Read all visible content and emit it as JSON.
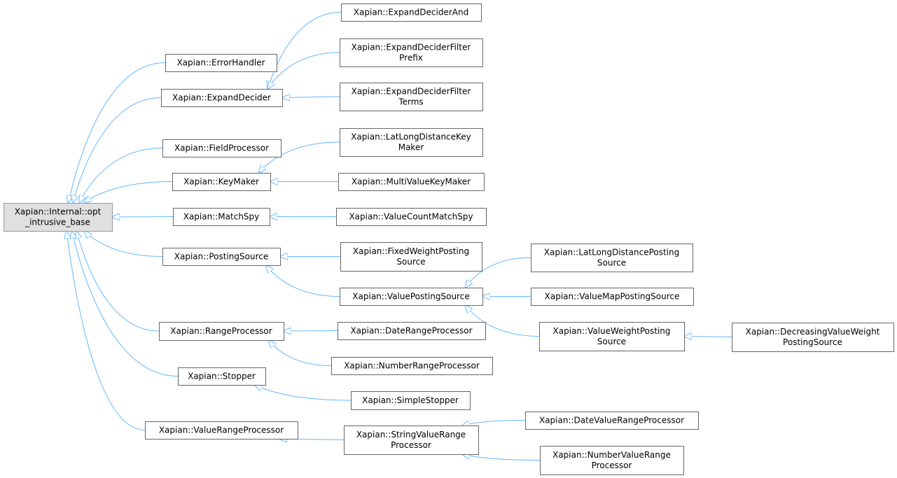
{
  "root": {
    "id": "opt_intrusive_base",
    "lines": [
      "Xapian::Internal::opt",
      "_intrusive_base"
    ]
  },
  "nodes": {
    "ErrorHandler": [
      "Xapian::ErrorHandler"
    ],
    "ExpandDecider": [
      "Xapian::ExpandDecider"
    ],
    "FieldProcessor": [
      "Xapian::FieldProcessor"
    ],
    "KeyMaker": [
      "Xapian::KeyMaker"
    ],
    "MatchSpy": [
      "Xapian::MatchSpy"
    ],
    "PostingSource": [
      "Xapian::PostingSource"
    ],
    "RangeProcessor": [
      "Xapian::RangeProcessor"
    ],
    "Stopper": [
      "Xapian::Stopper"
    ],
    "ValueRangeProcessor": [
      "Xapian::ValueRangeProcessor"
    ],
    "ExpandDeciderAnd": [
      "Xapian::ExpandDeciderAnd"
    ],
    "ExpandDeciderFilterPrefix": [
      "Xapian::ExpandDeciderFilter",
      "Prefix"
    ],
    "ExpandDeciderFilterTerms": [
      "Xapian::ExpandDeciderFilter",
      "Terms"
    ],
    "LatLongDistanceKeyMaker": [
      "Xapian::LatLongDistanceKey",
      "Maker"
    ],
    "MultiValueKeyMaker": [
      "Xapian::MultiValueKeyMaker"
    ],
    "ValueCountMatchSpy": [
      "Xapian::ValueCountMatchSpy"
    ],
    "FixedWeightPostingSource": [
      "Xapian::FixedWeightPosting",
      "Source"
    ],
    "ValuePostingSource": [
      "Xapian::ValuePostingSource"
    ],
    "DateRangeProcessor": [
      "Xapian::DateRangeProcessor"
    ],
    "NumberRangeProcessor": [
      "Xapian::NumberRangeProcessor"
    ],
    "SimpleStopper": [
      "Xapian::SimpleStopper"
    ],
    "StringValueRangeProcessor": [
      "Xapian::StringValueRange",
      "Processor"
    ],
    "LatLongDistancePostingSource": [
      "Xapian::LatLongDistancePosting",
      "Source"
    ],
    "ValueMapPostingSource": [
      "Xapian::ValueMapPostingSource"
    ],
    "ValueWeightPostingSource": [
      "Xapian::ValueWeightPosting",
      "Source"
    ],
    "DateValueRangeProcessor": [
      "Xapian::DateValueRangeProcessor"
    ],
    "NumberValueRangeProcessor": [
      "Xapian::NumberValueRange",
      "Processor"
    ],
    "DecreasingValueWeightPostingSource": [
      "Xapian::DecreasingValueWeight",
      "PostingSource"
    ]
  },
  "edges": [
    [
      "ErrorHandler",
      "opt_intrusive_base"
    ],
    [
      "ExpandDecider",
      "opt_intrusive_base"
    ],
    [
      "FieldProcessor",
      "opt_intrusive_base"
    ],
    [
      "KeyMaker",
      "opt_intrusive_base"
    ],
    [
      "MatchSpy",
      "opt_intrusive_base"
    ],
    [
      "PostingSource",
      "opt_intrusive_base"
    ],
    [
      "RangeProcessor",
      "opt_intrusive_base"
    ],
    [
      "Stopper",
      "opt_intrusive_base"
    ],
    [
      "ValueRangeProcessor",
      "opt_intrusive_base"
    ],
    [
      "ExpandDeciderAnd",
      "ExpandDecider"
    ],
    [
      "ExpandDeciderFilterPrefix",
      "ExpandDecider"
    ],
    [
      "ExpandDeciderFilterTerms",
      "ExpandDecider"
    ],
    [
      "LatLongDistanceKeyMaker",
      "KeyMaker"
    ],
    [
      "MultiValueKeyMaker",
      "KeyMaker"
    ],
    [
      "ValueCountMatchSpy",
      "MatchSpy"
    ],
    [
      "FixedWeightPostingSource",
      "PostingSource"
    ],
    [
      "ValuePostingSource",
      "PostingSource"
    ],
    [
      "LatLongDistancePostingSource",
      "ValuePostingSource"
    ],
    [
      "ValueMapPostingSource",
      "ValuePostingSource"
    ],
    [
      "ValueWeightPostingSource",
      "ValuePostingSource"
    ],
    [
      "DecreasingValueWeightPostingSource",
      "ValueWeightPostingSource"
    ],
    [
      "DateRangeProcessor",
      "RangeProcessor"
    ],
    [
      "NumberRangeProcessor",
      "RangeProcessor"
    ],
    [
      "SimpleStopper",
      "Stopper"
    ],
    [
      "StringValueRangeProcessor",
      "ValueRangeProcessor"
    ],
    [
      "DateValueRangeProcessor",
      "StringValueRangeProcessor"
    ],
    [
      "NumberValueRangeProcessor",
      "StringValueRangeProcessor"
    ]
  ],
  "colors": {
    "edge": "#63b8ff",
    "border": "#666666",
    "root_fill": "#e0e0e0",
    "root_border": "#999999"
  }
}
